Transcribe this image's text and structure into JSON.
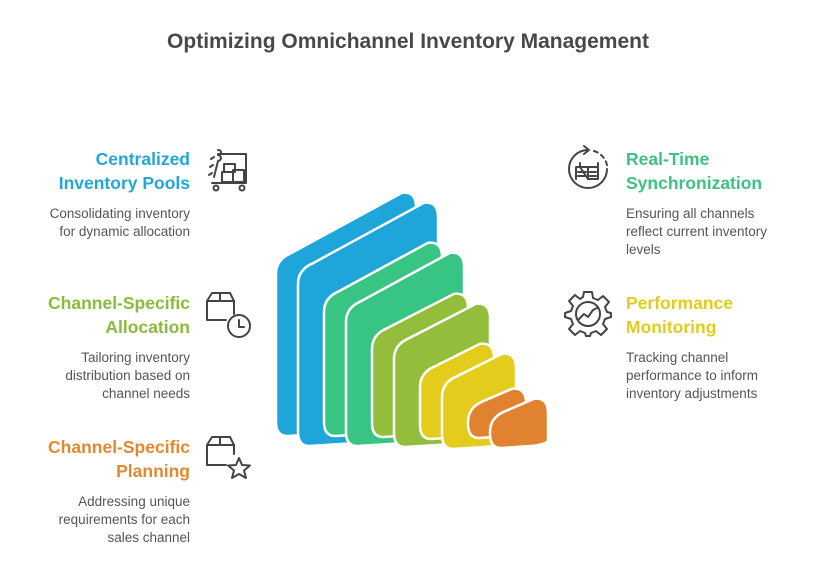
{
  "title": "Optimizing Omnichannel Inventory Management",
  "items": [
    {
      "side": "left",
      "heading_lines": [
        "Centralized",
        "Inventory Pools"
      ],
      "description_lines": [
        "Consolidating inventory",
        "for dynamic allocation"
      ],
      "color": "#21A7D8",
      "icon": "warehouse-cart-icon"
    },
    {
      "side": "left",
      "heading_lines": [
        "Channel-Specific",
        "Allocation"
      ],
      "description_lines": [
        "Tailoring inventory",
        "distribution based on",
        "channel needs"
      ],
      "color": "#8BBB3A",
      "icon": "box-clock-icon"
    },
    {
      "side": "left",
      "heading_lines": [
        "Channel-Specific",
        "Planning"
      ],
      "description_lines": [
        "Addressing unique",
        "requirements for each",
        "sales channel"
      ],
      "color": "#E08A30",
      "icon": "box-star-icon"
    },
    {
      "side": "right",
      "heading_lines": [
        "Real-Time",
        "Synchronization"
      ],
      "description_lines": [
        "Ensuring all channels",
        "reflect current inventory",
        "levels"
      ],
      "color": "#3CC383",
      "icon": "sync-inventory-icon"
    },
    {
      "side": "right",
      "heading_lines": [
        "Performance",
        "Monitoring"
      ],
      "description_lines": [
        "Tracking channel",
        "performance to inform",
        "inventory adjustments"
      ],
      "color": "#E3CC1A",
      "icon": "gear-chart-icon"
    }
  ],
  "layers": [
    {
      "name": "blue",
      "color": "#1EA6DA"
    },
    {
      "name": "green",
      "color": "#38C483"
    },
    {
      "name": "lime",
      "color": "#93BE3C"
    },
    {
      "name": "yellow",
      "color": "#E3CC1B"
    },
    {
      "name": "orange",
      "color": "#E0822F"
    }
  ]
}
